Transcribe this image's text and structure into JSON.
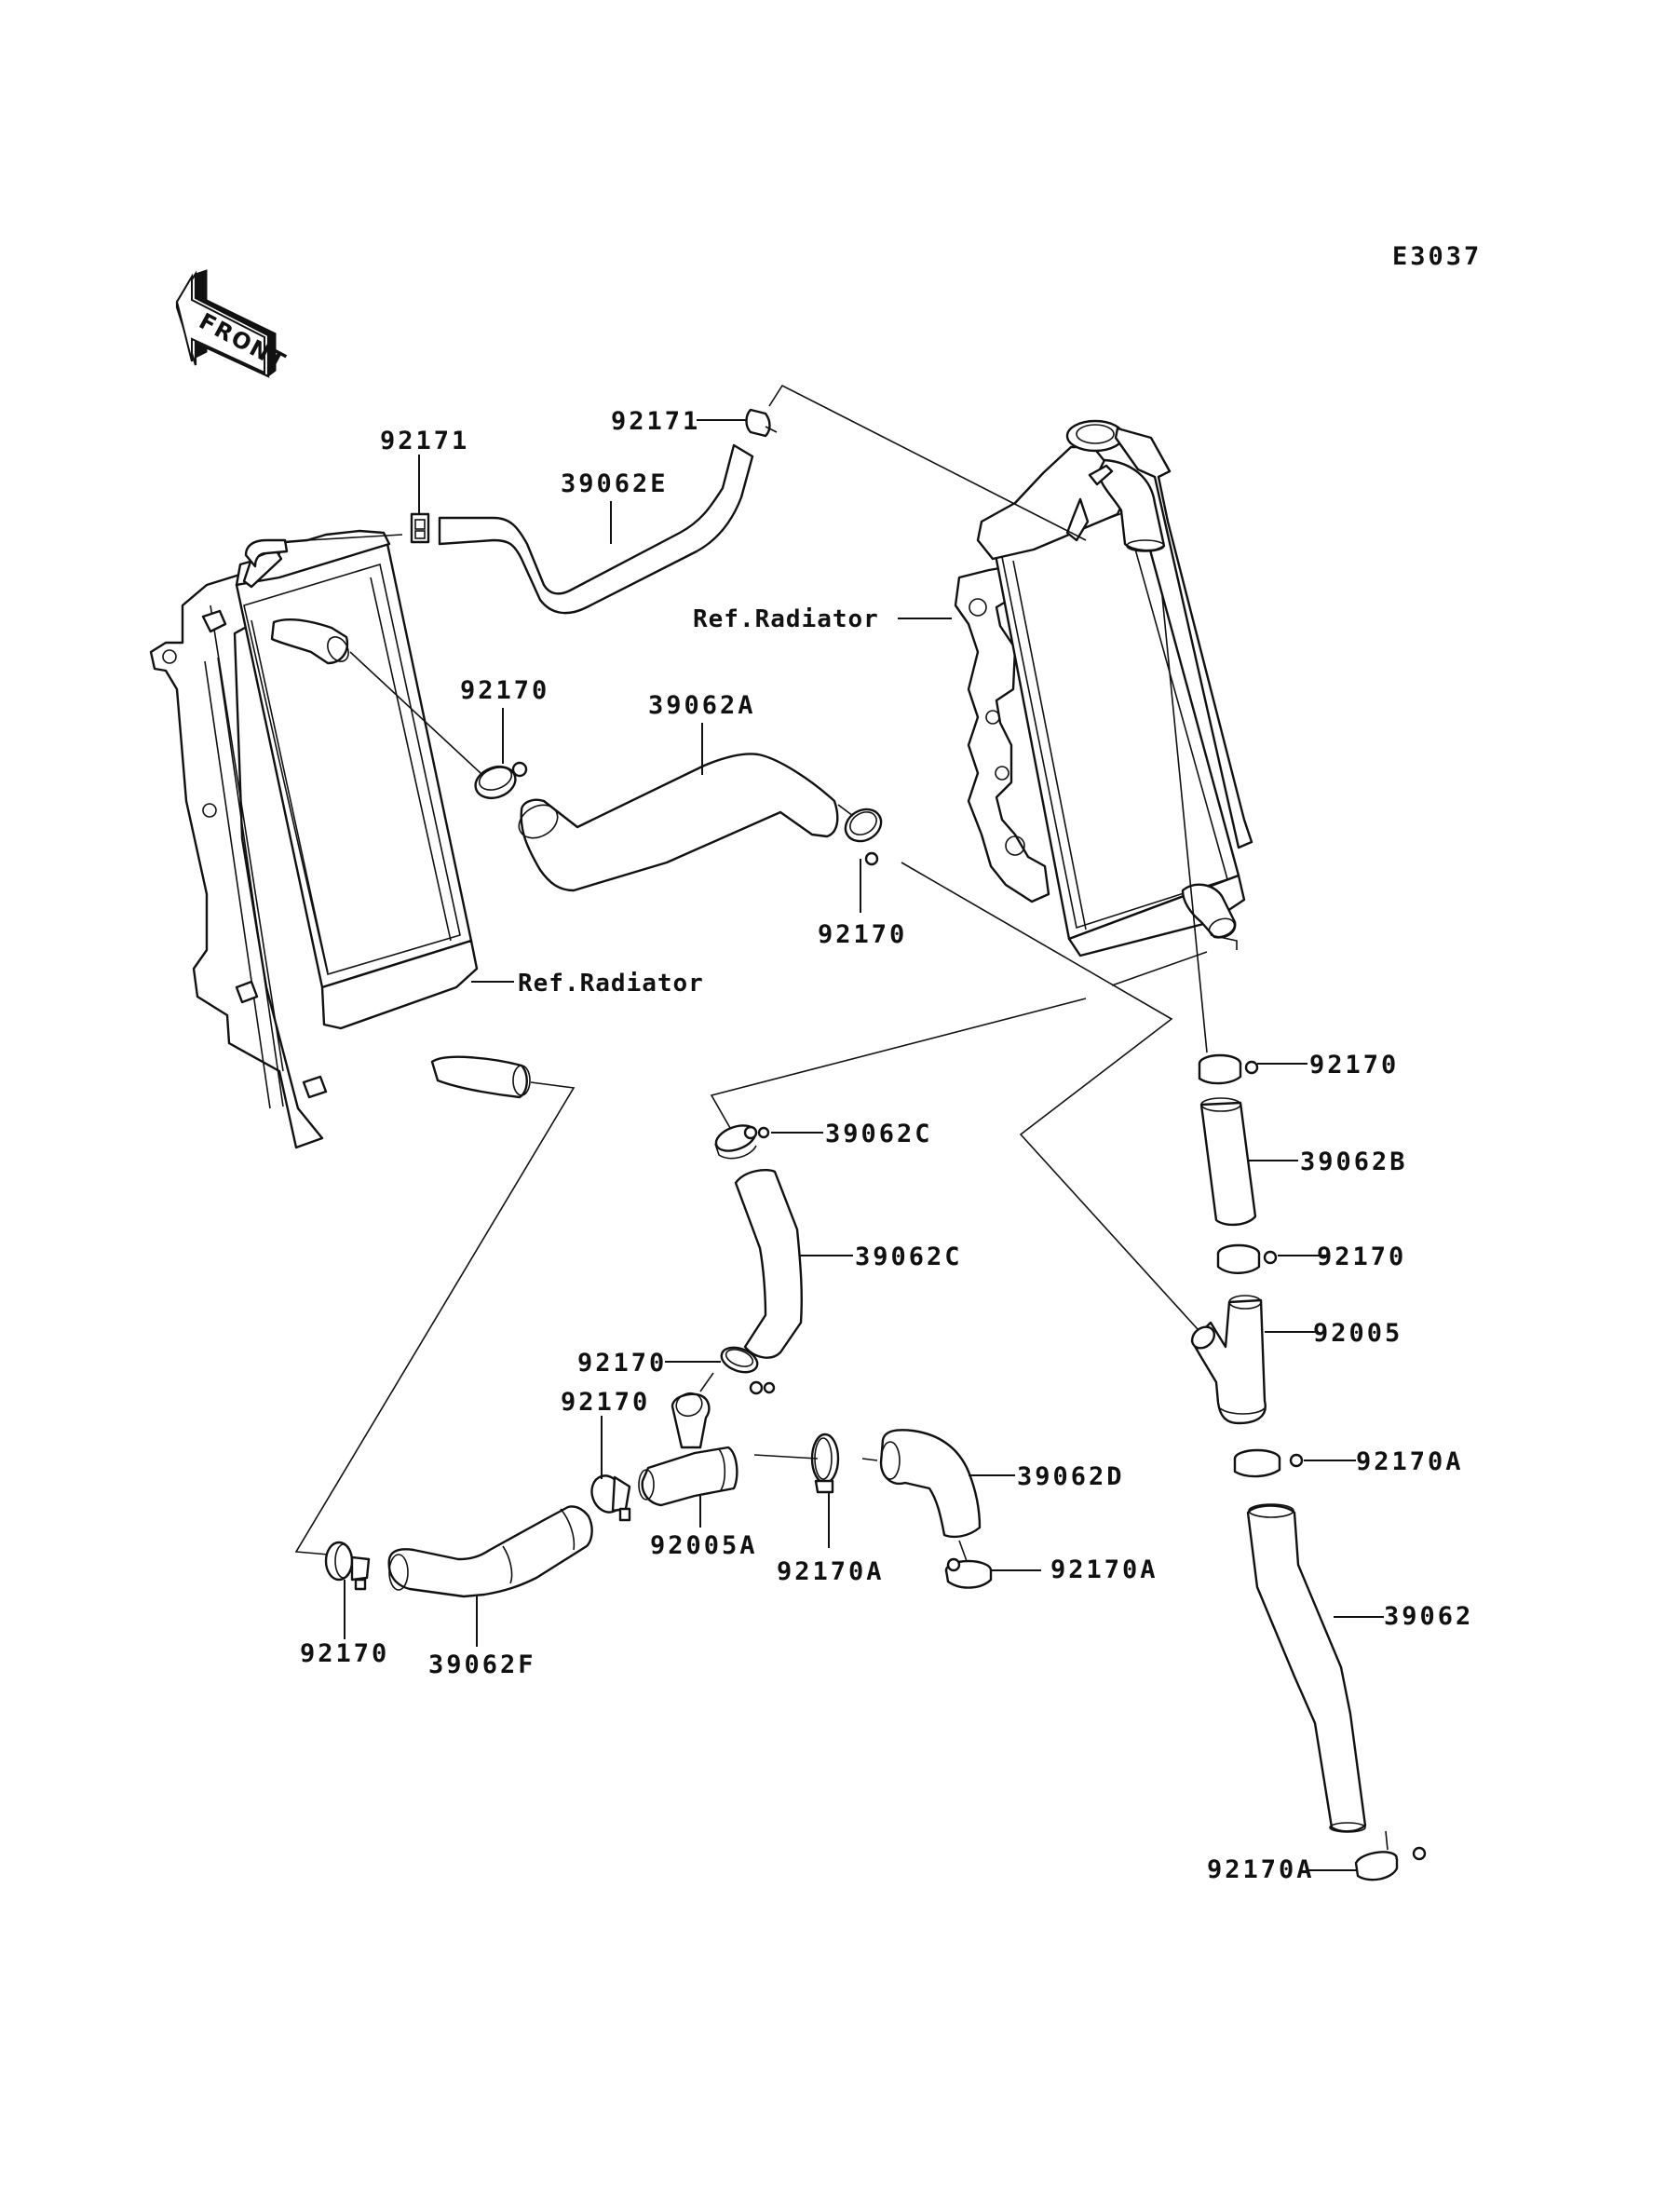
{
  "diagram": {
    "code": "E3037",
    "orientation_marker": "FRONT",
    "reference_labels": [
      "Ref.Radiator",
      "Ref.Radiator"
    ],
    "callouts": [
      {
        "id": "c01",
        "part": "92171"
      },
      {
        "id": "c02",
        "part": "92171"
      },
      {
        "id": "c03",
        "part": "39062E"
      },
      {
        "id": "c04",
        "part": "92170"
      },
      {
        "id": "c05",
        "part": "39062A"
      },
      {
        "id": "c06",
        "part": "92170"
      },
      {
        "id": "c07",
        "part": "92170"
      },
      {
        "id": "c08",
        "part": "39062B"
      },
      {
        "id": "c09",
        "part": "92170"
      },
      {
        "id": "c10",
        "part": "39062C"
      },
      {
        "id": "c11",
        "part": "92170"
      },
      {
        "id": "c12",
        "part": "92005"
      },
      {
        "id": "c13",
        "part": "92170"
      },
      {
        "id": "c14",
        "part": "92170"
      },
      {
        "id": "c15",
        "part": "92170A"
      },
      {
        "id": "c16",
        "part": "39062D"
      },
      {
        "id": "c17",
        "part": "92005A"
      },
      {
        "id": "c18",
        "part": "92170A"
      },
      {
        "id": "c19",
        "part": "92170A"
      },
      {
        "id": "c20",
        "part": "39062"
      },
      {
        "id": "c21",
        "part": "92170"
      },
      {
        "id": "c22",
        "part": "39062F"
      },
      {
        "id": "c23",
        "part": "92170A"
      }
    ]
  }
}
